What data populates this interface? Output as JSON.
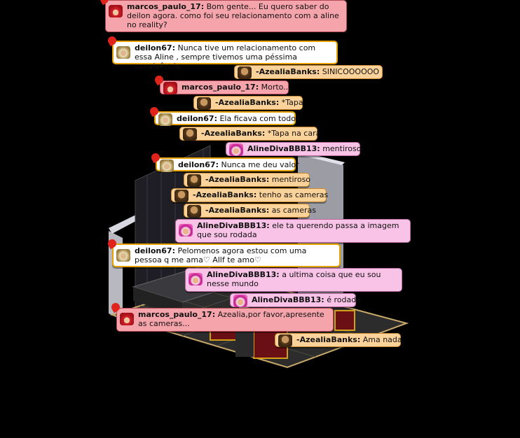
{
  "chat": [
    {
      "user": "marcos_paulo_17:",
      "text": "Bom gente... Eu quero saber do deilon agora. como foi seu relacionamento com a aline no reality?",
      "style": "red",
      "avatar": "ma"
    },
    {
      "user": "deilon67:",
      "text": "Nunca tive um relacionamento com essa Aline , sempre tivemos uma péssima convivência.",
      "style": "white",
      "avatar": "de"
    },
    {
      "user": "-AzealiaBanks:",
      "text": "SINICOOOOOO",
      "style": "orange",
      "avatar": "az"
    },
    {
      "user": "marcos_paulo_17:",
      "text": "Morto...",
      "style": "red",
      "avatar": "ma"
    },
    {
      "user": "-AzealiaBanks:",
      "text": "*Tapa",
      "style": "orange",
      "avatar": "az"
    },
    {
      "user": "deilon67:",
      "text": "Ela ficava com todos",
      "style": "white",
      "avatar": "de"
    },
    {
      "user": "-AzealiaBanks:",
      "text": "*Tapa na cara",
      "style": "orange",
      "avatar": "az"
    },
    {
      "user": "AlineDivaBBB13:",
      "text": "mentiroso",
      "style": "pink",
      "avatar": "al"
    },
    {
      "user": "deilon67:",
      "text": "Nunca me deu valor",
      "style": "white",
      "avatar": "de"
    },
    {
      "user": "-AzealiaBanks:",
      "text": "mentiroso",
      "style": "orange",
      "avatar": "az"
    },
    {
      "user": "-AzealiaBanks:",
      "text": "tenho as cameras",
      "style": "orange",
      "avatar": "az"
    },
    {
      "user": "-AzealiaBanks:",
      "text": "as cameras",
      "style": "orange",
      "avatar": "az"
    },
    {
      "user": "AlineDivaBBB13:",
      "text": "ele ta querendo passa a imagem que sou rodada",
      "style": "pink",
      "avatar": "al"
    },
    {
      "user": "deilon67:",
      "text": "Pelomenos agora estou com uma pessoa q me ama♡ Allf te amo♡",
      "style": "white",
      "avatar": "de"
    },
    {
      "user": "AlineDivaBBB13:",
      "text": "a ultima coisa que eu sou nesse mundo",
      "style": "pink",
      "avatar": "al"
    },
    {
      "user": "AlineDivaBBB13:",
      "text": "é rodada",
      "style": "pink",
      "avatar": "al"
    },
    {
      "user": "marcos_paulo_17:",
      "text": "Azealia,por favor,apresente as cameras...",
      "style": "red",
      "avatar": "ma"
    },
    {
      "user": "-AzealiaBanks:",
      "text": "Ama nada",
      "style": "orange",
      "avatar": "az"
    }
  ],
  "colors": {
    "orange": "#fbd39a",
    "pink": "#f8c3e6",
    "red": "#f6a4ab",
    "white": "#ffffff"
  }
}
